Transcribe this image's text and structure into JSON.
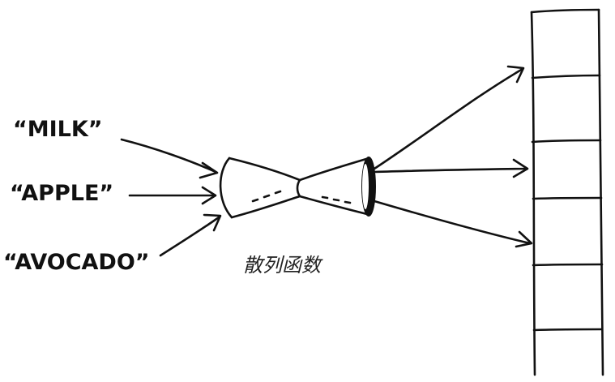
{
  "inputs": {
    "milk": "“MILK”",
    "apple": "“APPLE”",
    "avocado": "“AVOCADO”"
  },
  "caption": "散列函数",
  "colors": {
    "ink": "#111111",
    "background": "#ffffff"
  },
  "icons": {
    "function": "funnel-hourglass-icon",
    "array": "array-column-icon"
  }
}
